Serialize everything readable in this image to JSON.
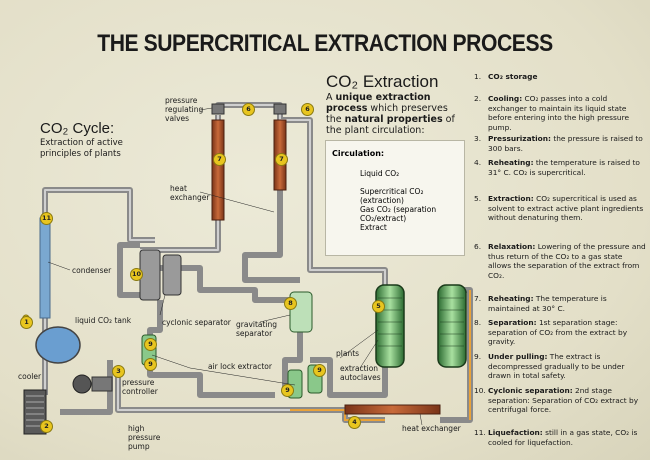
{
  "title": "THE SUPERCRITICAL EXTRACTION PROCESS",
  "cycle": {
    "title": "CO₂ Cycle:",
    "subtitle": "Extraction of active principles of plants"
  },
  "extraction": {
    "title": "CO₂ Extraction",
    "subtitle_pre": "A ",
    "subtitle_b1": "unique extraction process",
    "subtitle_mid": " which preserves the ",
    "subtitle_b2": "natural properties",
    "subtitle_post": " of the plant circulation:"
  },
  "legend": {
    "heading": "Circulation:",
    "items": [
      {
        "label": "Liquid CO₂",
        "color": "#5b9bd5"
      },
      {
        "label": "Supercritical CO₂ (extraction)",
        "color": "#e8a23a"
      },
      {
        "label": "Gas CO₂ (separation CO₂/extract)",
        "color": "#555555"
      },
      {
        "label": "Extract",
        "color": "#3aa04a"
      }
    ]
  },
  "steps": [
    {
      "n": "1.",
      "head": "CO₂ storage",
      "text": ""
    },
    {
      "n": "2.",
      "head": "Cooling:",
      "text": " CO₂ passes into a cold exchanger to maintain its liquid state before entering into the high pressure pump."
    },
    {
      "n": "3.",
      "head": "Pressurization:",
      "text": " the pressure is raised to 300 bars."
    },
    {
      "n": "4.",
      "head": "Reheating:",
      "text": " the temperature is raised to 31° C. CO₂ is supercritical."
    },
    {
      "n": "5.",
      "head": "Extraction:",
      "text": " CO₂ supercritical is used as solvent to extract active plant ingredients without denaturing them."
    },
    {
      "n": "6.",
      "head": "Relaxation:",
      "text": " Lowering of the pressure and thus return of the CO₂ to a gas state allows the separation of the extract from CO₂."
    },
    {
      "n": "7.",
      "head": "Reheating:",
      "text": " The temperature is maintained at 30° C."
    },
    {
      "n": "8.",
      "head": "Separation:",
      "text": " 1st separation stage: separation of CO₂ from the extract by gravity."
    },
    {
      "n": "9.",
      "head": "Under pulling:",
      "text": " The extract is decompressed gradually to be under drawn in total safety."
    },
    {
      "n": "10.",
      "head": "Cyclonic separation:",
      "text": " 2nd stage separation: Separation of CO₂ extract by centrifugal force."
    },
    {
      "n": "11.",
      "head": "Liquefaction:",
      "text": " still in a gas state, CO₂ is cooled for liquefaction."
    }
  ],
  "labels": {
    "pressure_valves": "pressure regulating valves",
    "heat_exchanger_top": "heat exchanger",
    "condenser": "condenser",
    "liquid_tank": "liquid CO₂ tank",
    "cooler": "cooler",
    "cyclonic": "cyclonic separator",
    "gravitating": "gravitating separator",
    "air_lock": "air lock extractor",
    "pressure_controller": "pressure controller",
    "hp_pump": "high pressure pump",
    "plants": "plants",
    "autoclaves": "extraction autoclaves",
    "heat_exchanger_bottom": "heat exchanger"
  },
  "badges": [
    "1",
    "2",
    "3",
    "4",
    "5",
    "6",
    "6",
    "7",
    "7",
    "8",
    "9",
    "9",
    "9",
    "9",
    "10",
    "11"
  ]
}
